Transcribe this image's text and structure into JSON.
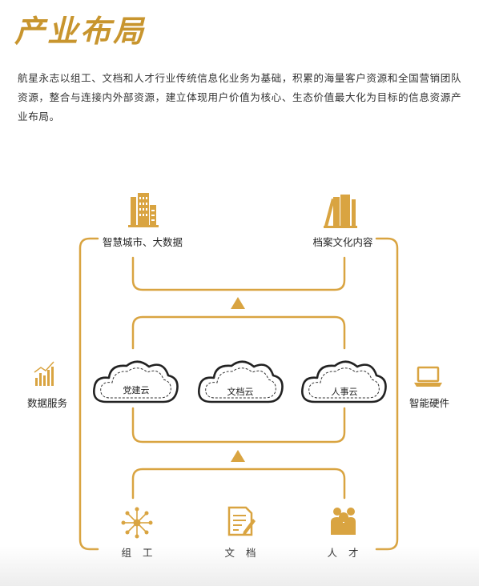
{
  "page": {
    "title": "产业布局",
    "intro": "航星永志以组工、文档和人才行业传统信息化业务为基础，积累的海量客户资源和全国营销团队资源，整合与连接内外部资源，建立体现用户价值为核心、生态价值最大化为目标的信息资源产业布局。"
  },
  "colors": {
    "accent": "#d9a441",
    "title": "#c8952e",
    "cloud_stroke": "#222222"
  },
  "diagram": {
    "top": [
      {
        "label": "智慧城市、大数据",
        "icon": "building-icon"
      },
      {
        "label": "档案文化内容",
        "icon": "books-icon"
      }
    ],
    "left": {
      "label": "数据服务",
      "icon": "bar-chart-icon"
    },
    "right": {
      "label": "智能硬件",
      "icon": "laptop-icon"
    },
    "clouds": [
      "党建云",
      "文档云",
      "人事云"
    ],
    "bottom": [
      {
        "label": "组工",
        "icon": "network-icon"
      },
      {
        "label": "文档",
        "icon": "document-icon"
      },
      {
        "label": "人才",
        "icon": "people-icon"
      }
    ]
  }
}
